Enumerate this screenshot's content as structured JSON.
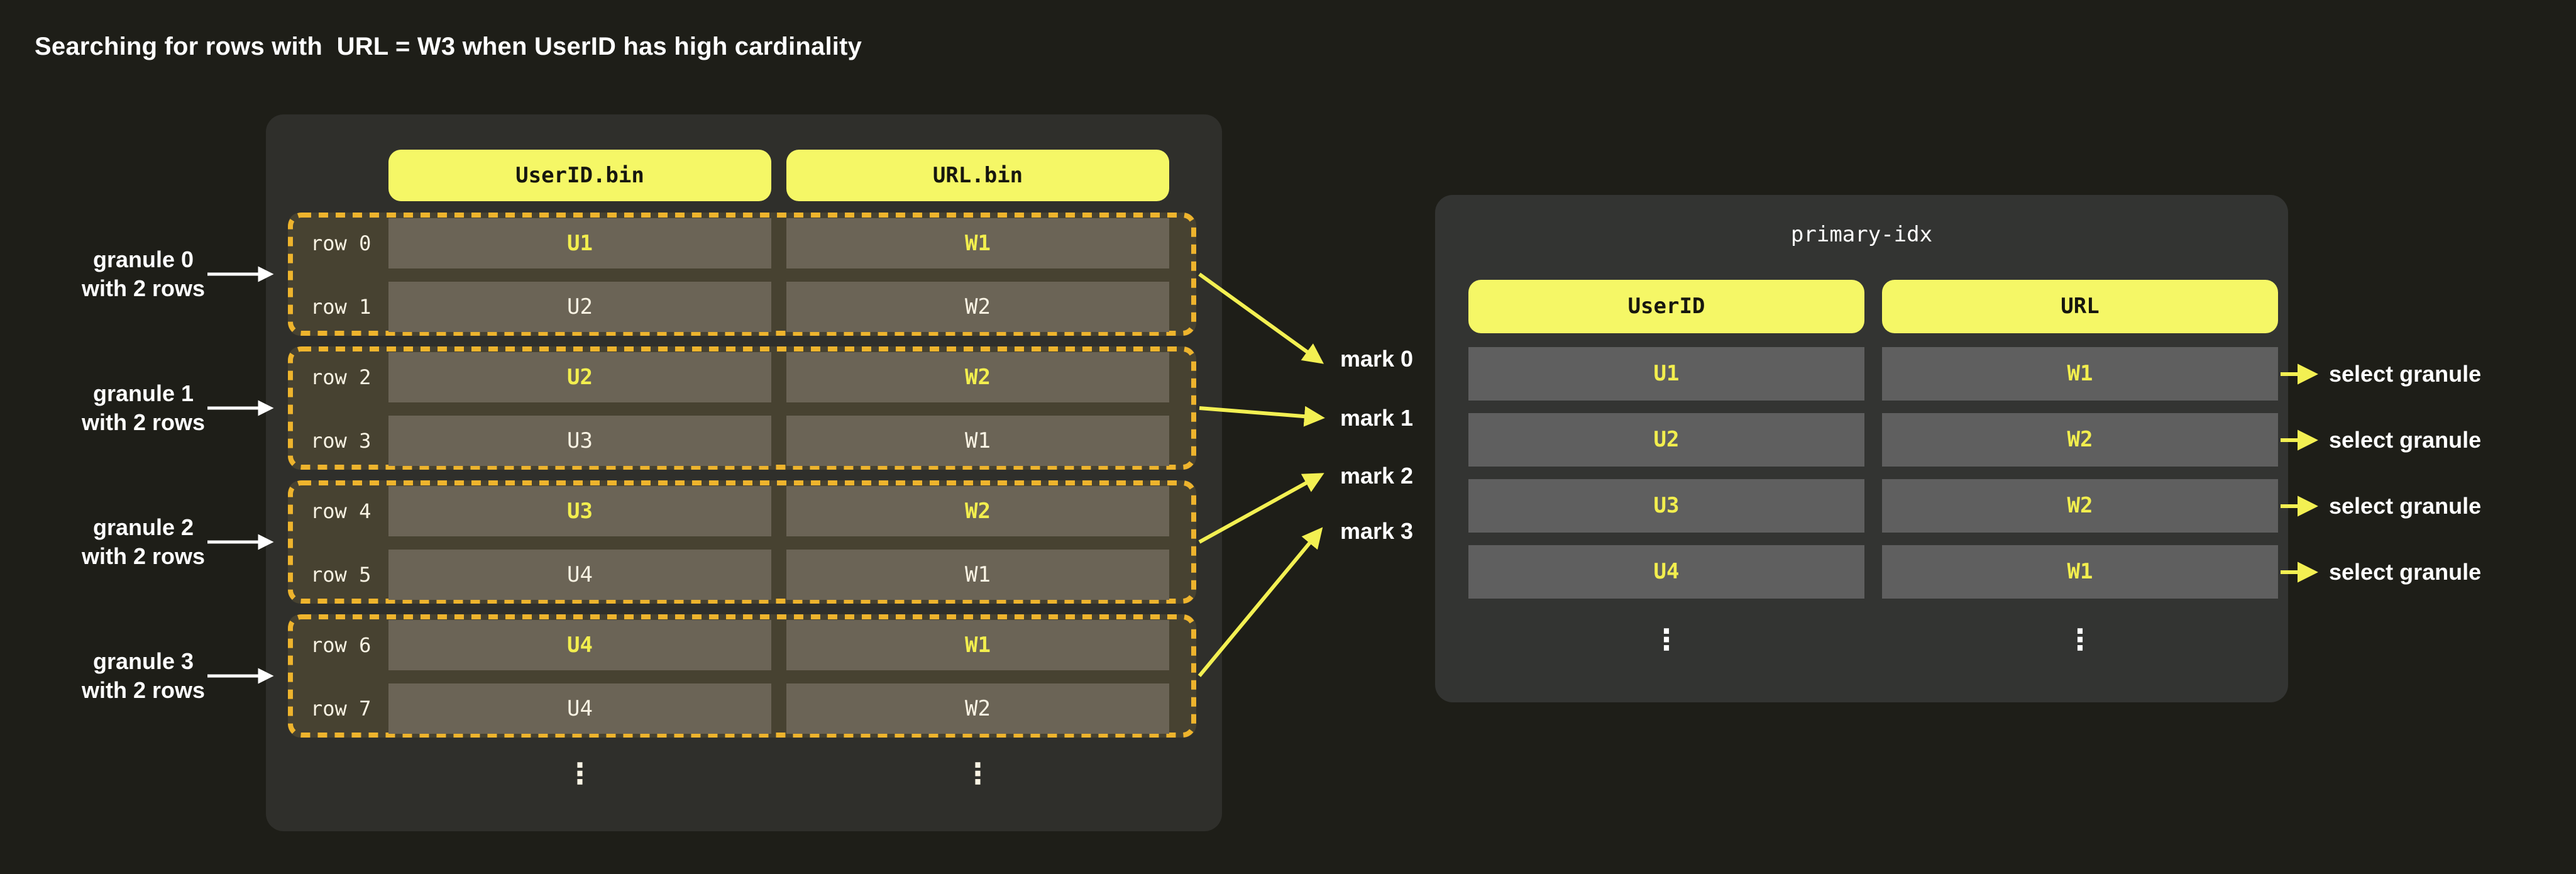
{
  "title": "Searching for rows with  URL = W3 when UserID has high cardinality",
  "colors": {
    "background": "#1e1e18",
    "bin_panel": "#2f2f2b",
    "index_panel": "#333432",
    "granule_fill": "#474231",
    "granule_border": "#eeb42d",
    "bin_cell": "#6b6456",
    "index_cell": "#5f5f5f",
    "header_pill": "#f5f766",
    "highlight_text": "#f2ee4e",
    "normal_text": "#faf4e4",
    "arrow_yellow": "#f3f052",
    "arrow_white": "#ffffff"
  },
  "bin_panel": {
    "headers": [
      "UserID.bin",
      "URL.bin"
    ],
    "ellipsis": "⋮",
    "granules": [
      {
        "label": "granule 0",
        "sublabel": "with 2 rows",
        "mark": "mark 0",
        "rows": [
          {
            "label": "row 0",
            "userid": "U1",
            "url": "W1",
            "highlighted": true
          },
          {
            "label": "row 1",
            "userid": "U2",
            "url": "W2",
            "highlighted": false
          }
        ]
      },
      {
        "label": "granule 1",
        "sublabel": "with 2 rows",
        "mark": "mark 1",
        "rows": [
          {
            "label": "row 2",
            "userid": "U2",
            "url": "W2",
            "highlighted": true
          },
          {
            "label": "row 3",
            "userid": "U3",
            "url": "W1",
            "highlighted": false
          }
        ]
      },
      {
        "label": "granule 2",
        "sublabel": "with 2 rows",
        "mark": "mark 2",
        "rows": [
          {
            "label": "row 4",
            "userid": "U3",
            "url": "W2",
            "highlighted": true
          },
          {
            "label": "row 5",
            "userid": "U4",
            "url": "W1",
            "highlighted": false
          }
        ]
      },
      {
        "label": "granule 3",
        "sublabel": "with 2 rows",
        "mark": "mark 3",
        "rows": [
          {
            "label": "row 6",
            "userid": "U4",
            "url": "W1",
            "highlighted": true
          },
          {
            "label": "row 7",
            "userid": "U4",
            "url": "W2",
            "highlighted": false
          }
        ]
      }
    ]
  },
  "primary_index_panel": {
    "title": "primary-idx",
    "headers": [
      "UserID",
      "URL"
    ],
    "ellipsis": "⋮",
    "rows": [
      {
        "userid": "U1",
        "url": "W1",
        "action": "select granule"
      },
      {
        "userid": "U2",
        "url": "W2",
        "action": "select granule"
      },
      {
        "userid": "U3",
        "url": "W2",
        "action": "select granule"
      },
      {
        "userid": "U4",
        "url": "W1",
        "action": "select granule"
      }
    ]
  }
}
